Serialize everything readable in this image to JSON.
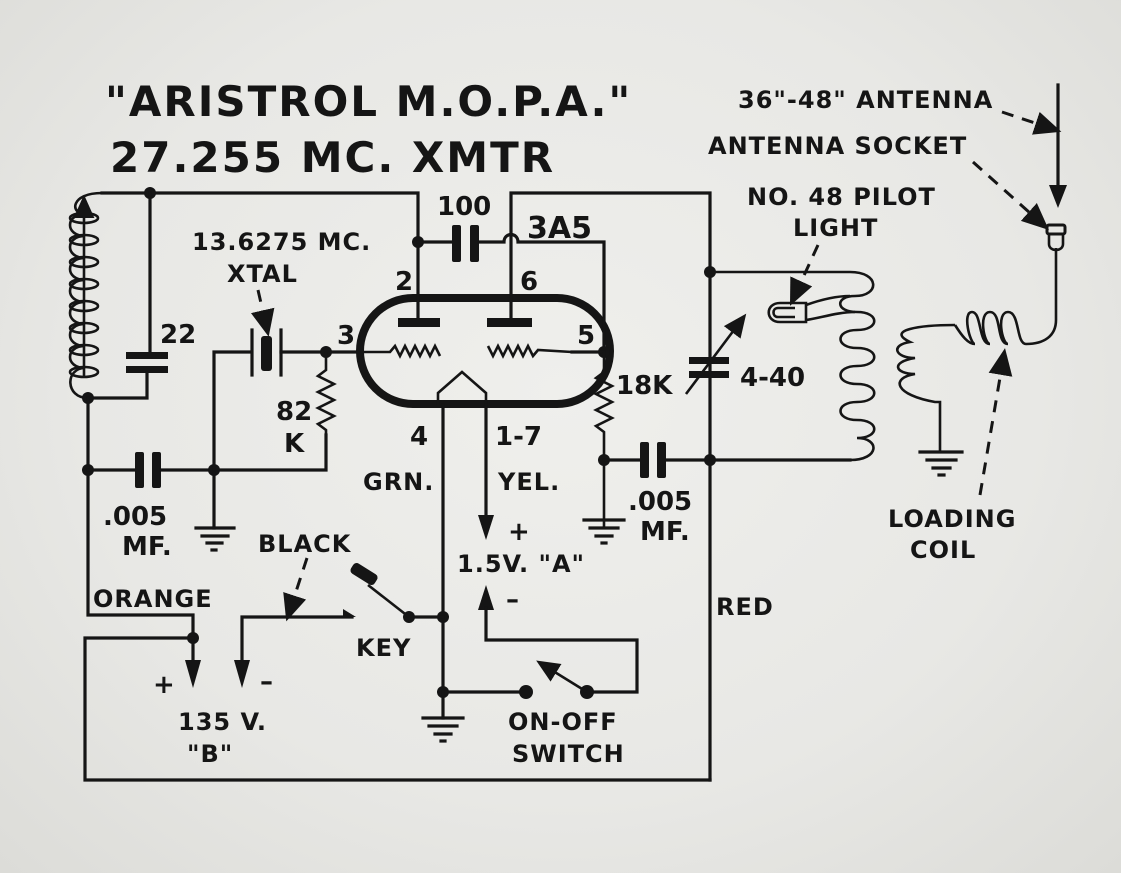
{
  "title": {
    "line1": "\"ARISTROL  M.O.P.A.\"",
    "line2": "27.255 MC. XMTR"
  },
  "tube": {
    "type": "3A5",
    "pins": {
      "p2": "2",
      "p6": "6",
      "p3": "3",
      "p5": "5",
      "p4": "4",
      "p17": "1-7"
    }
  },
  "components": {
    "cap_22": "22",
    "cap_100": "100",
    "crystal_freq": "13.6275 MC.",
    "crystal_label": "XTAL",
    "res_82k_value": "82",
    "res_82k_unit": "K",
    "res_18k": "18K",
    "var_cap": "4-40",
    "cap_005_left_value": ".005",
    "cap_005_left_unit": "MF.",
    "cap_005_right_value": ".005",
    "cap_005_right_unit": "MF.",
    "pilot_light_line1": "NO. 48 PILOT",
    "pilot_light_line2": "LIGHT",
    "antenna": "36\"-48\" ANTENNA",
    "antenna_socket": "ANTENNA SOCKET",
    "loading_coil_line1": "LOADING",
    "loading_coil_line2": "COIL"
  },
  "wires": {
    "grn": "GRN.",
    "yel": "YEL.",
    "black": "BLACK",
    "orange": "ORANGE",
    "red": "RED"
  },
  "batteries": {
    "a_plus": "+",
    "a_label": "1.5V. \"A\"",
    "a_minus": "–",
    "b_plus": "+",
    "b_minus": "–",
    "b_voltage": "135 V.",
    "b_label": "\"B\""
  },
  "switches": {
    "key": "KEY",
    "onoff_line1": "ON-OFF",
    "onoff_line2": "SWITCH"
  },
  "colors": {
    "ink": "#151515",
    "paper": "#e9e9e6"
  }
}
